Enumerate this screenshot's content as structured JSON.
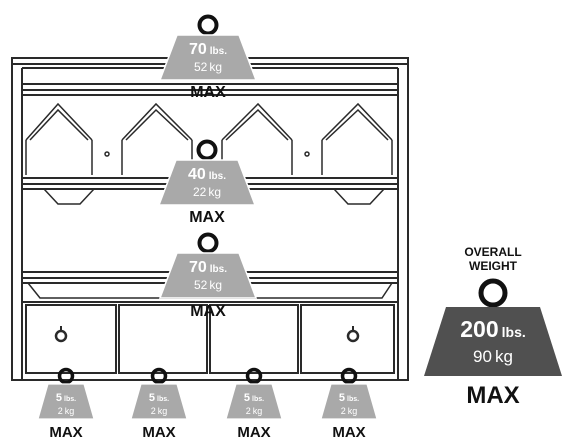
{
  "weights": {
    "top_shelf": {
      "lbs_value": "70",
      "lbs_unit": "lbs.",
      "kg_value": "52",
      "kg_unit": "kg",
      "max_label": "MAX"
    },
    "middle_shelf": {
      "lbs_value": "40",
      "lbs_unit": "lbs.",
      "kg_value": "22",
      "kg_unit": "kg",
      "max_label": "MAX"
    },
    "lower_shelf": {
      "lbs_value": "70",
      "lbs_unit": "lbs.",
      "kg_value": "52",
      "kg_unit": "kg",
      "max_label": "MAX"
    },
    "drawers": [
      {
        "lbs_value": "5",
        "lbs_unit": "lbs.",
        "kg_value": "2",
        "kg_unit": "kg",
        "max_label": "MAX"
      },
      {
        "lbs_value": "5",
        "lbs_unit": "lbs.",
        "kg_value": "2",
        "kg_unit": "kg",
        "max_label": "MAX"
      },
      {
        "lbs_value": "5",
        "lbs_unit": "lbs.",
        "kg_value": "2",
        "kg_unit": "kg",
        "max_label": "MAX"
      },
      {
        "lbs_value": "5",
        "lbs_unit": "lbs.",
        "kg_value": "2",
        "kg_unit": "kg",
        "max_label": "MAX"
      }
    ],
    "overall": {
      "header_line1": "OVERALL",
      "header_line2": "WEIGHT",
      "lbs_value": "200",
      "lbs_unit": "lbs.",
      "kg_value": "90",
      "kg_unit": "kg",
      "max_label": "MAX"
    }
  },
  "colors": {
    "weight_light": "#a9a9a9",
    "weight_dark": "#505050",
    "furniture_line": "#2a2a2a"
  }
}
